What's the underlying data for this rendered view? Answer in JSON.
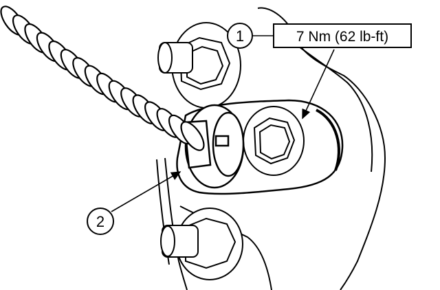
{
  "callouts": [
    {
      "number": "1",
      "label": "7 Nm (62 lb-ft)"
    },
    {
      "number": "2",
      "label": ""
    }
  ],
  "colors": {
    "line": "#000000",
    "background": "#ffffff"
  }
}
